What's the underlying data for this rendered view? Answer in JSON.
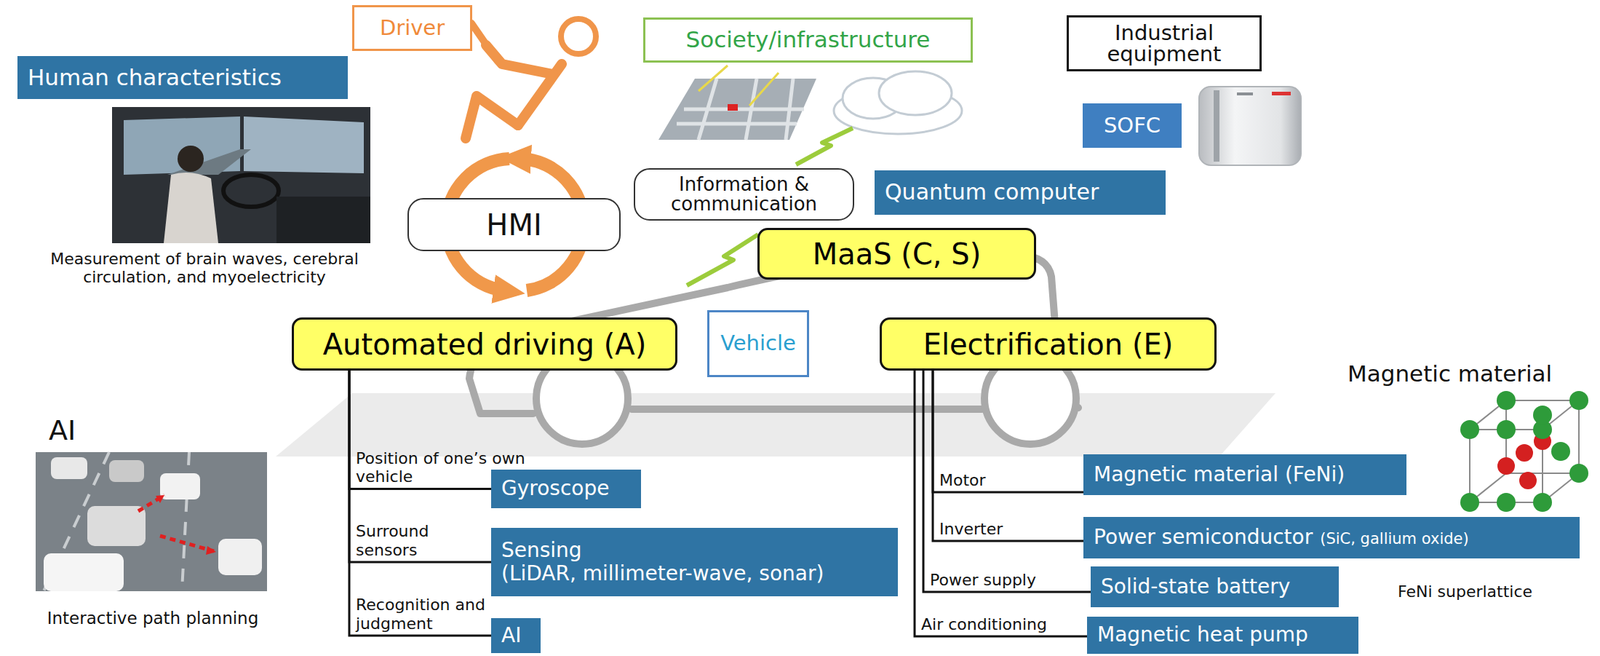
{
  "diagram": {
    "nodes": [
      {
        "text": [
          "Driver"
        ]
      },
      {
        "text": [
          "Human characteristics"
        ]
      },
      {
        "text": [
          "Society/infrastructure"
        ]
      },
      {
        "text": [
          "Industrial equipment"
        ]
      },
      {
        "text": [
          "SOFC"
        ]
      },
      {
        "text": [
          "HMI"
        ]
      },
      {
        "text": [
          "Information & communication"
        ]
      },
      {
        "text": [
          "Quantum computer"
        ]
      },
      {
        "text": [
          "MaaS (C, S)"
        ]
      },
      {
        "text": [
          "Automated driving (A)"
        ]
      },
      {
        "text": [
          "Vehicle"
        ]
      },
      {
        "text": [
          "Electrification (E)"
        ]
      },
      {
        "text": [
          "Gyroscope"
        ]
      },
      {
        "text": [
          "Sensing",
          "(LiDAR, millimeter-wave, sonar)"
        ]
      },
      {
        "text": [
          "AI"
        ]
      },
      {
        "text": [
          "Magnetic material (FeNi)"
        ]
      },
      {
        "text": [
          "Power semiconductor",
          "(SiC, gallium oxide)"
        ]
      },
      {
        "text": [
          "Solid-state battery"
        ]
      },
      {
        "text": [
          "Magnetic heat pump"
        ]
      }
    ],
    "edges": [
      {
        "from": 9,
        "to": 12,
        "label": "Position of one’s own vehicle",
        "arrow": "none"
      },
      {
        "from": 9,
        "to": 13,
        "label": "Surround sensors",
        "arrow": "none"
      },
      {
        "from": 9,
        "to": 14,
        "label": "Recognition and judgment",
        "arrow": "none"
      },
      {
        "from": 11,
        "to": 15,
        "label": "Motor",
        "arrow": "none"
      },
      {
        "from": 11,
        "to": 16,
        "label": "Inverter",
        "arrow": "none"
      },
      {
        "from": 11,
        "to": 17,
        "label": "Power supply",
        "arrow": "none"
      },
      {
        "from": 11,
        "to": 18,
        "label": "Air conditioning",
        "arrow": "none"
      }
    ],
    "labels": [
      "Measurement of brain waves, cerebral circulation, and myoelectricity",
      "AI",
      "Interactive path planning",
      "Magnetic material",
      "FeNi superlattice"
    ]
  }
}
